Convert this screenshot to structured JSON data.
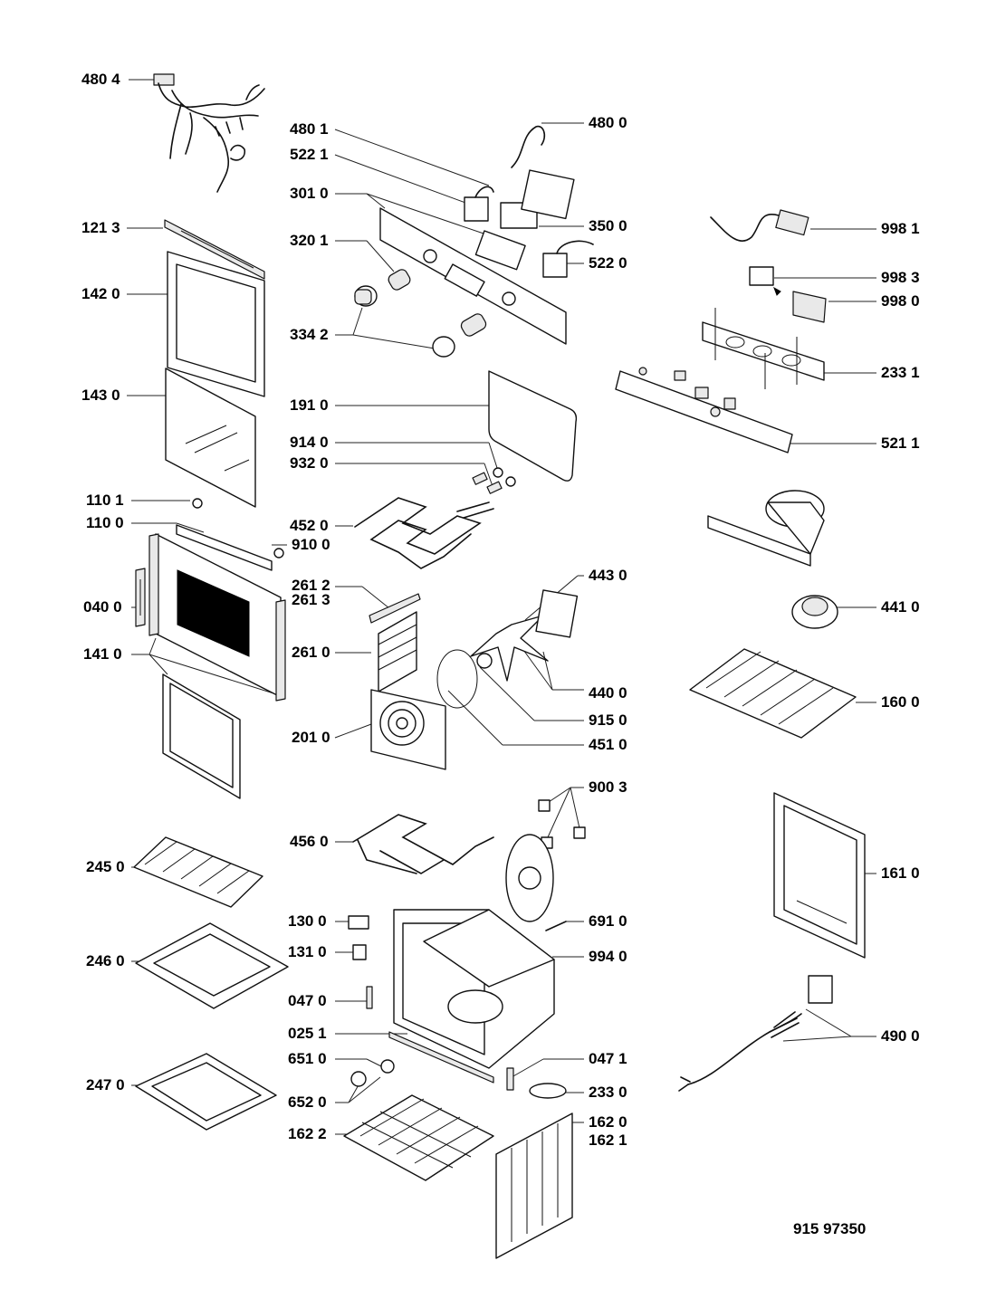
{
  "diagram": {
    "labels": {
      "p4804": "480 4",
      "p4801": "480 1",
      "p4800": "480 0",
      "p5221": "522 1",
      "p3010": "301 0",
      "p3500": "350 0",
      "p5220": "522 0",
      "p1213": "121 3",
      "p3201": "320 1",
      "p9981": "998 1",
      "p9983": "998 3",
      "p9980": "998 0",
      "p1420": "142 0",
      "p3342": "334 2",
      "p2331": "233 1",
      "p1430": "143 0",
      "p1910": "191 0",
      "p5211": "521 1",
      "p9140": "914 0",
      "p9320": "932 0",
      "p1101": "110 1",
      "p1100": "110 0",
      "p4520": "452 0",
      "p9100": "910 0",
      "p4430": "443 0",
      "p2612": "261 2",
      "p2613": "261 3",
      "p0400": "040 0",
      "p4410": "441 0",
      "p1410": "141 0",
      "p2610": "261 0",
      "p4400": "440 0",
      "p1600": "160 0",
      "p9150": "915 0",
      "p2010": "201 0",
      "p4510": "451 0",
      "p9003": "900 3",
      "p4560": "456 0",
      "p2450": "245 0",
      "p1610": "161 0",
      "p1300": "130 0",
      "p6910": "691 0",
      "p1310": "131 0",
      "p9940": "994 0",
      "p2460": "246 0",
      "p0470": "047 0",
      "p0251": "025 1",
      "p4900": "490 0",
      "p6510": "651 0",
      "p0471": "047 1",
      "p2470": "247 0",
      "p2330": "233 0",
      "p6520": "652 0",
      "p1620": "162 0",
      "p1622": "162 2",
      "p1621": "162 1"
    },
    "footer_code": "915 97350"
  }
}
